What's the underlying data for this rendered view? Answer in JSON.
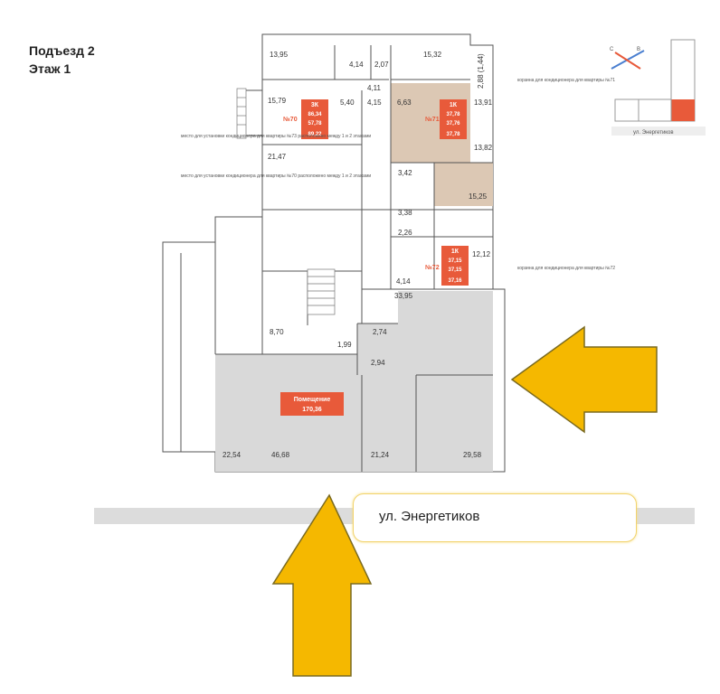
{
  "header": {
    "entrance": "Подъезд 2",
    "floor": "Этаж 1"
  },
  "street": {
    "label": "ул. Энергетиков",
    "minimap_label": "ул. Энергетиков"
  },
  "apartments": [
    {
      "type": "3К",
      "number": "№70",
      "areas": [
        "86,34",
        "57,78",
        "89,22"
      ]
    },
    {
      "type": "1К",
      "number": "№71",
      "areas": [
        "37,78",
        "37,76",
        "37,78"
      ]
    },
    {
      "type": "1К",
      "number": "№72",
      "areas": [
        "37,15",
        "37,15",
        "37,16"
      ]
    }
  ],
  "premises": {
    "label": "Помещение",
    "area": "170,36"
  },
  "room_areas": {
    "r1": "13,95",
    "r2": "4,14",
    "r3": "2,07",
    "r4": "15,32",
    "r5": "4,11",
    "r6": "15,79",
    "r7": "5,40",
    "r8": "4,15",
    "r9": "6,63",
    "r10": "13,91",
    "r11": "21,47",
    "r12": "13,82",
    "r13": "3,42",
    "r14": "3,38",
    "r15": "15,25",
    "r16": "2,26",
    "r17": "12,12",
    "r18": "4,14",
    "r19": "33,95",
    "r20": "8,70",
    "r21": "2,74",
    "r22": "1,99",
    "r23": "2,94",
    "r24": "22,54",
    "r25": "46,68",
    "r26": "21,24",
    "r27": "29,58",
    "r28": "2,88 (1,44)"
  },
  "notes": {
    "basket71": "корзина для кондиционера для квартиры №71",
    "basket72": "корзина для кондиционера для квартиры №72",
    "ac73": "место для установки кондиционера для квартиры №73 расположено между 1 и 2 этажами",
    "ac70": "место для установки кондиционера для квартиры №70 расположено между 1 и 2 этажами"
  },
  "colors": {
    "apartment_badge": "#e85a3a",
    "apartment71_fill": "#dcc8b4",
    "premises_fill": "#d9d9d9",
    "arrow": "#f5b800",
    "street_band": "#dcdcdc"
  },
  "compass_labels": {
    "n": "С",
    "e": "В"
  }
}
